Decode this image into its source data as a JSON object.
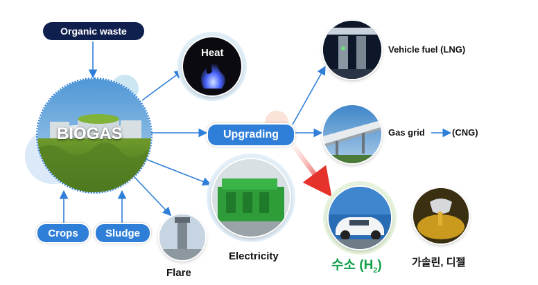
{
  "nodes": {
    "organic_waste": "Organic waste",
    "biogas": "BIOGAS",
    "crops": "Crops",
    "sludge": "Sludge",
    "heat": "Heat",
    "upgrading": "Upgrading",
    "vehicle_fuel": "Vehicle fuel (LNG)",
    "gas_grid": "Gas grid",
    "cng": "(CNG)",
    "electricity": "Electricity",
    "flare": "Flare",
    "hydrogen_prefix": "수소 (H",
    "hydrogen_sub": "2",
    "hydrogen_suffix": ")",
    "gasoline_diesel": "가솔린, 디젤"
  },
  "colors": {
    "arrow_blue": "#2f7fd9",
    "arrow_red": "#e5322b",
    "dark_pill": "#10204e",
    "hydrogen_green": "#12a04a"
  }
}
